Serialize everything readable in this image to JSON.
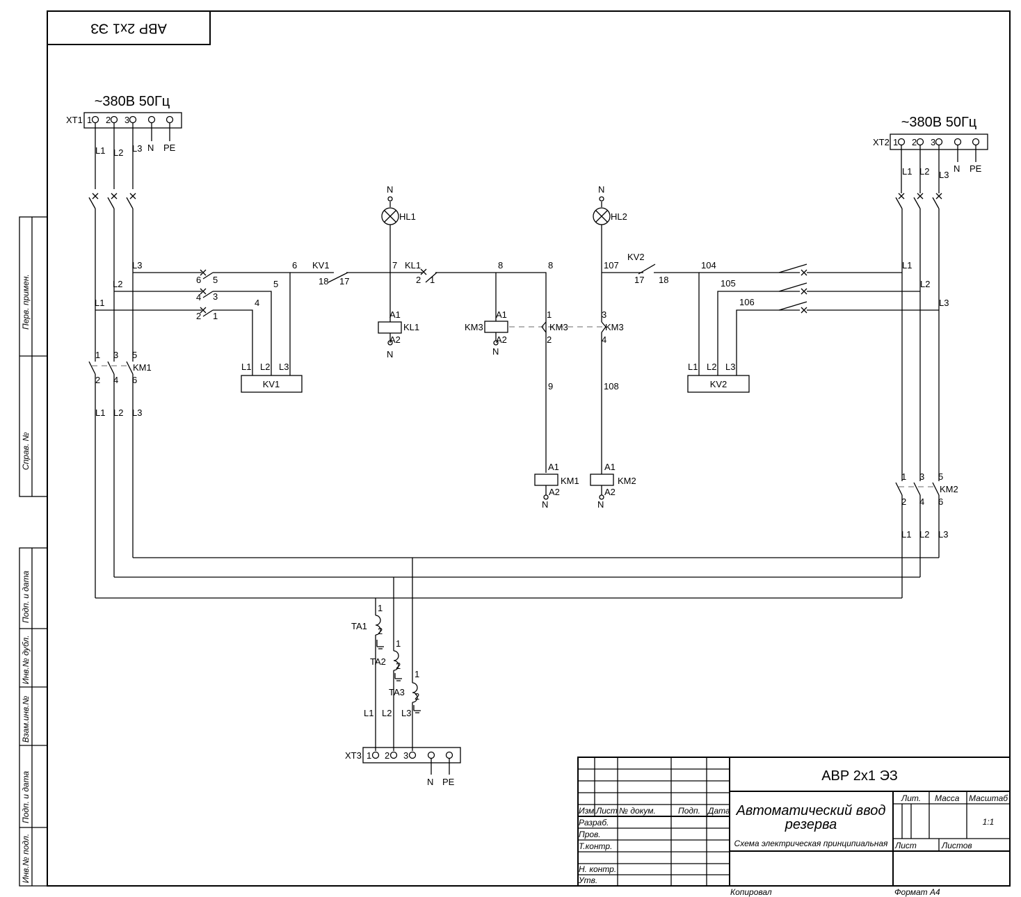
{
  "stamp_top": "АВР 2х1 ЭЗ",
  "supply_label": "~380В 50Гц",
  "terminals": {
    "xt1": "XT1",
    "xt2": "XT2",
    "xt3": "XT3",
    "n1": "1",
    "n2": "2",
    "n3": "3",
    "N": "N",
    "PE": "PE"
  },
  "phases": {
    "L1": "L1",
    "L2": "L2",
    "L3": "L3"
  },
  "devices": {
    "HL1": "HL1",
    "HL2": "HL2",
    "KL1": "KL1",
    "KV1": "KV1",
    "KV2": "KV2",
    "KM1": "KM1",
    "KM2": "KM2",
    "KM3": "KM3",
    "TA1": "TA1",
    "TA2": "TA2",
    "TA3": "TA3",
    "A1": "A1",
    "A2": "A2"
  },
  "wire_numbers": {
    "w1": "1",
    "w2": "2",
    "w3": "3",
    "w4": "4",
    "w5": "5",
    "w6": "6",
    "w7": "7",
    "w8": "8",
    "w9": "9",
    "w17": "17",
    "w18": "18",
    "w104": "104",
    "w105": "105",
    "w106": "106",
    "w107": "107",
    "w108": "108"
  },
  "side_stamp": {
    "perv": "Перв. примен.",
    "sprav": "Справ. №",
    "podp1": "Подп. и дата",
    "inv_dubl": "Инв.№ дубл.",
    "vzam": "Взам.инв.№",
    "podp2": "Подп. и дата",
    "inv_podl": "Инв.№ подл."
  },
  "title_block": {
    "designation": "АВР 2х1 ЭЗ",
    "name_line1": "Автоматический ввод",
    "name_line2": "резерва",
    "doc_type": "Схема электрическая принципиальная",
    "izm": "Изм.",
    "list": "Лист",
    "doc_no": "№ докум.",
    "podp": "Подп.",
    "data": "Дата",
    "razrab": "Разраб.",
    "prov": "Пров.",
    "tkontr": "Т.контр.",
    "nkontr": "Н. контр.",
    "utv": "Утв.",
    "lit": "Лит.",
    "massa": "Масса",
    "masshtab": "Масштаб",
    "scale": "1:1",
    "list2": "Лист",
    "listov": "Листов",
    "kopiroval": "Копировал",
    "format": "Формат  А4"
  }
}
